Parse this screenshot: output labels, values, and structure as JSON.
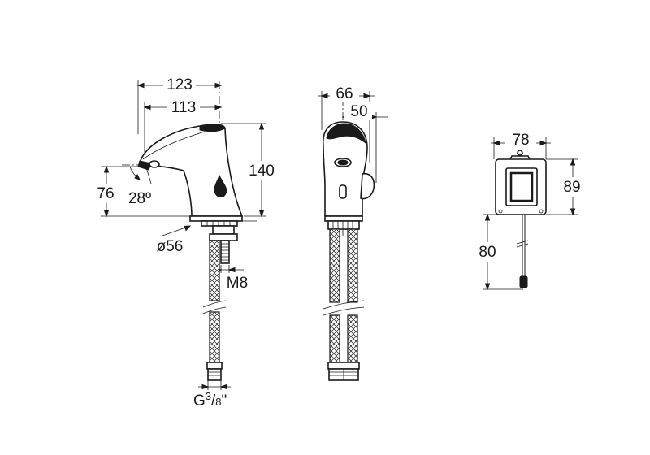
{
  "front_view": {
    "dim_width_total": "123",
    "dim_width_body": "113",
    "dim_height": "140",
    "dim_spout_height": "76",
    "dim_angle": "28º",
    "dim_base_diameter": "ø56",
    "dim_stud": "M8",
    "dim_connector": {
      "prefix": "G",
      "numerator": "3",
      "slash": "/",
      "denominator": "8",
      "suffix": "\""
    }
  },
  "side_view": {
    "dim_width": "66",
    "dim_body": "50"
  },
  "control_box": {
    "dim_width": "78",
    "dim_height": "89",
    "dim_cable": "80"
  },
  "colors": {
    "line": "#1a1a1a",
    "background": "#ffffff"
  }
}
